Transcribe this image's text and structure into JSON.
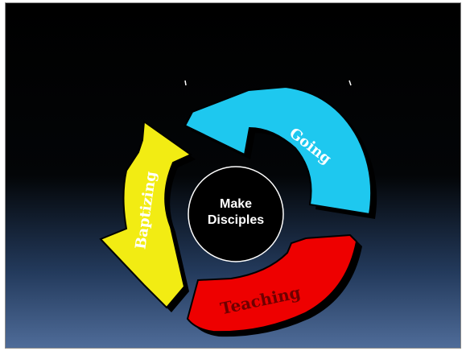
{
  "diagram": {
    "center_line1": "Make",
    "center_line2": "Disciples",
    "arrows": [
      {
        "label": "Going",
        "color": "#1ec8ef"
      },
      {
        "label": "Teaching",
        "color": "#ee0000"
      },
      {
        "label": "Baptizing",
        "color": "#f2ec13"
      }
    ],
    "label_colors": {
      "Going": "#ffffff",
      "Teaching": "#6e0000",
      "Baptizing": "#ffffff"
    },
    "center_fill": "#000000",
    "center_stroke": "#ffffff"
  }
}
